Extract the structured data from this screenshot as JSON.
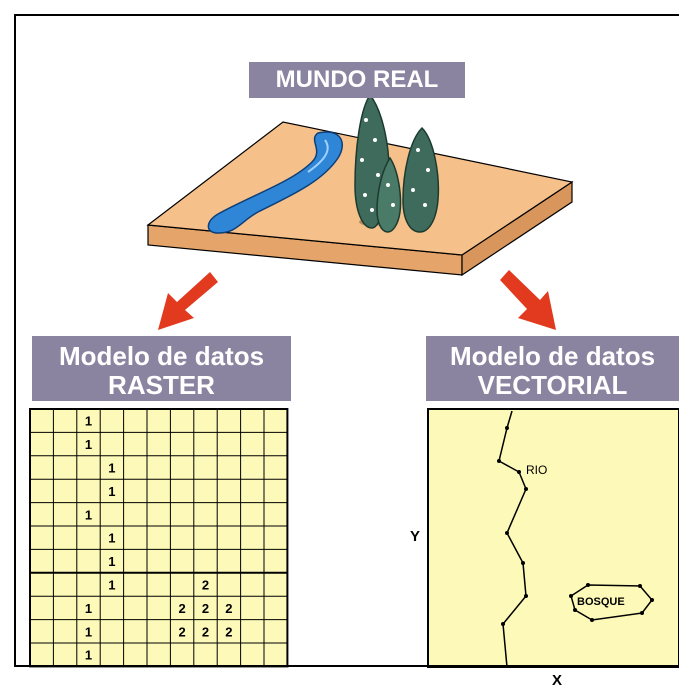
{
  "labels": {
    "real_world": "MUNDO REAL",
    "raster_title_1": "Modelo de datos",
    "raster_title_2": "RASTER",
    "vector_title_1": "Modelo de datos",
    "vector_title_2": "VECTORIAL"
  },
  "raster": {
    "rows": 11,
    "cols": 11,
    "cells": [
      {
        "r": 0,
        "c": 2,
        "v": "1"
      },
      {
        "r": 1,
        "c": 2,
        "v": "1"
      },
      {
        "r": 2,
        "c": 3,
        "v": "1"
      },
      {
        "r": 3,
        "c": 3,
        "v": "1"
      },
      {
        "r": 4,
        "c": 2,
        "v": "1"
      },
      {
        "r": 5,
        "c": 3,
        "v": "1"
      },
      {
        "r": 6,
        "c": 3,
        "v": "1"
      },
      {
        "r": 7,
        "c": 3,
        "v": "1"
      },
      {
        "r": 7,
        "c": 7,
        "v": "2"
      },
      {
        "r": 8,
        "c": 2,
        "v": "1"
      },
      {
        "r": 8,
        "c": 6,
        "v": "2"
      },
      {
        "r": 8,
        "c": 7,
        "v": "2"
      },
      {
        "r": 8,
        "c": 8,
        "v": "2"
      },
      {
        "r": 9,
        "c": 2,
        "v": "1"
      },
      {
        "r": 9,
        "c": 6,
        "v": "2"
      },
      {
        "r": 9,
        "c": 7,
        "v": "2"
      },
      {
        "r": 9,
        "c": 8,
        "v": "2"
      },
      {
        "r": 10,
        "c": 2,
        "v": "1"
      }
    ]
  },
  "vector": {
    "river_label": "RIO",
    "forest_label": "BOSQUE",
    "x_axis": "X",
    "y_axis": "Y"
  },
  "colors": {
    "label_bg": "#8a84a0",
    "grid_bg": "#fdf9b8",
    "arrow": "#e23a1e",
    "plate_top": "#f5c08a",
    "river": "#2f86d6",
    "tree": "#3f6b5c"
  }
}
